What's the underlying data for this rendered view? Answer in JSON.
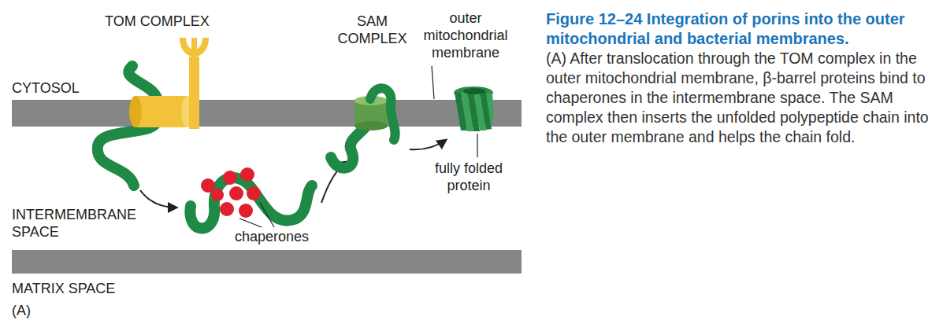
{
  "diagram": {
    "title": "Figure 12–24 Integration of porins into the outer mitochondrial and bacterial membranes.",
    "caption": "(A) After translocation through the TOM complex in the outer mitochondrial membrane, β-barrel proteins bind to chaperones in the intermembrane space. The SAM complex then inserts the unfolded polypeptide chain into the outer membrane and helps the chain fold.",
    "labels": [
      "TOM COMPLEX",
      "CYTOSOL",
      "SAM COMPLEX",
      "outer mitochondrial membrane",
      "fully folded protein",
      "INTERMEMBRANE SPACE",
      "chaperones",
      "MATRIX SPACE",
      "(A)"
    ]
  }
}
